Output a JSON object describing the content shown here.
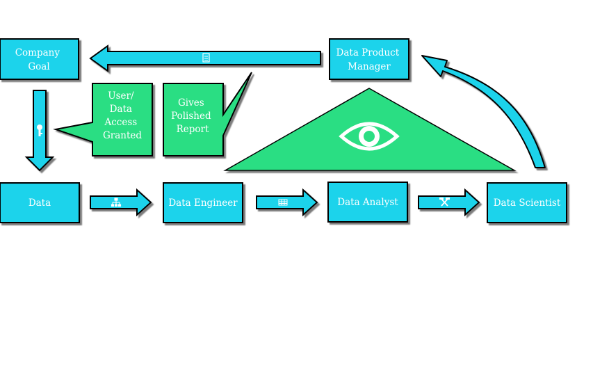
{
  "colors": {
    "cyan": "#1FD3EB",
    "green": "#2CDE83",
    "stroke": "#000000",
    "shadow": "#7a7a7a",
    "text": "#ffffff"
  },
  "nodes": {
    "company_goal": [
      "Company",
      "Goal"
    ],
    "data_product_manager": [
      "Data Product",
      "Manager"
    ],
    "data": [
      "Data"
    ],
    "data_engineer": [
      "Data Engineer"
    ],
    "data_analyst": [
      "Data Analyst"
    ],
    "data_scientist": [
      "Data Scientist"
    ]
  },
  "callouts": {
    "access_granted": [
      "User/",
      "Data",
      "Access",
      "Granted"
    ],
    "polished_report": [
      "Gives",
      "Polished",
      "Report"
    ]
  },
  "icons": {
    "top_arrow": "document-icon",
    "down_arrow": "key-icon",
    "arrow_data_engineer": "hierarchy-icon",
    "arrow_engineer_analyst": "table-icon",
    "arrow_analyst_scientist": "tools-icon",
    "triangle": "eye-icon"
  }
}
